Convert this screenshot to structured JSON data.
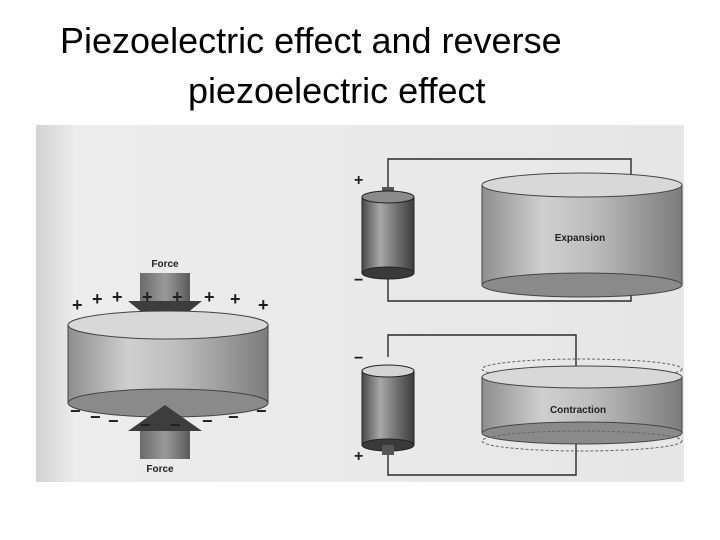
{
  "title": {
    "line1": "Piezoelectric effect and reverse",
    "line2": "piezoelectric effect"
  },
  "figure": {
    "force_label_top": "Force",
    "force_label_bottom": "Force",
    "expansion_label": "Expansion",
    "contraction_label": "Contraction",
    "plus_sign": "+",
    "minus_sign": "−",
    "top_charges": [
      "+",
      "+",
      "+",
      "+",
      "+",
      "+",
      "+",
      "+"
    ],
    "bottom_charges": [
      "−",
      "−",
      "−",
      "−",
      "−",
      "−",
      "−",
      "−"
    ]
  },
  "colors": {
    "page_bg": "#ffffff",
    "photo_bg": "#e9e9e9",
    "ink": "#1f1f1f",
    "cylinder_mid": "#b9b9b9"
  }
}
